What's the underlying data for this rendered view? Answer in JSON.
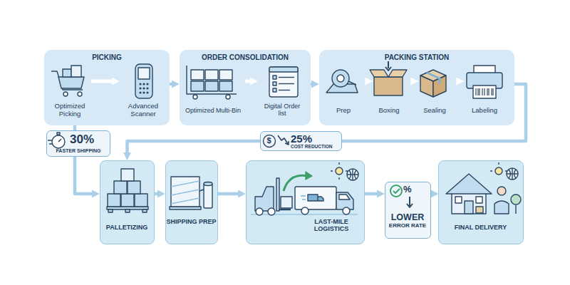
{
  "diagram": {
    "nodes": [
      {
        "text": [
          "PICKING"
        ]
      },
      {
        "text": [
          "Optimized Picking"
        ],
        "in": 0
      },
      {
        "text": [
          "Advanced Scanner"
        ],
        "in": 0
      },
      {
        "text": [
          "ORDER CONSOLIDATION"
        ]
      },
      {
        "text": [
          "Optimized Multi-Bin"
        ],
        "in": 3
      },
      {
        "text": [
          "Digital Order list"
        ],
        "in": 3
      },
      {
        "text": [
          "PACKING STATION"
        ]
      },
      {
        "text": [
          "Prep"
        ],
        "in": 6
      },
      {
        "text": [
          "Boxing"
        ],
        "in": 6
      },
      {
        "text": [
          "Sealing"
        ],
        "in": 6
      },
      {
        "text": [
          "Labeling"
        ],
        "in": 6
      },
      {
        "text": [
          "30%",
          "FASTER SHIPPING"
        ]
      },
      {
        "text": [
          "25%",
          "COST REDUCTION"
        ]
      },
      {
        "text": [
          "PALLETIZING"
        ]
      },
      {
        "text": [
          "SHIPPING PREP"
        ]
      },
      {
        "text": [
          "LAST-MILE LOGISTICS"
        ]
      },
      {
        "text": [
          "LOWER ERROR RATE"
        ]
      },
      {
        "text": [
          "FINAL DELIVERY"
        ]
      }
    ],
    "edges": [
      {
        "from": 1,
        "to": 2,
        "arrow": "to"
      },
      {
        "from": 0,
        "to": 3,
        "arrow": "to"
      },
      {
        "from": 4,
        "to": 5,
        "arrow": "to"
      },
      {
        "from": 3,
        "to": 6,
        "arrow": "to"
      },
      {
        "from": 7,
        "to": 8,
        "arrow": "to"
      },
      {
        "from": 8,
        "to": 9,
        "arrow": "to"
      },
      {
        "from": 9,
        "to": 10,
        "arrow": "to"
      },
      {
        "from": 6,
        "to": 13,
        "arrow": "to"
      },
      {
        "from": 0,
        "to": 13,
        "arrow": "to"
      },
      {
        "from": 13,
        "to": 14,
        "arrow": "to"
      },
      {
        "from": 14,
        "to": 15,
        "arrow": "to"
      },
      {
        "from": 15,
        "to": 16,
        "arrow": "to"
      },
      {
        "from": 16,
        "to": 17,
        "arrow": "to"
      }
    ],
    "labels": [
      "$",
      "%"
    ]
  }
}
